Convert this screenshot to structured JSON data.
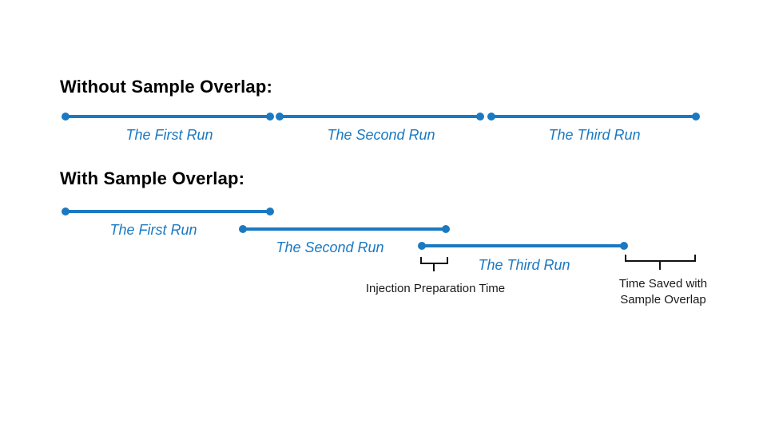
{
  "diagram": {
    "colors": {
      "accent_blue": "#1b79c1",
      "heading_black": "#000000",
      "annotation_dark": "#1a1a1a"
    },
    "without_overlap": {
      "title": "Without Sample Overlap:",
      "runs": [
        {
          "label": "The First Run"
        },
        {
          "label": "The Second Run"
        },
        {
          "label": "The Third Run"
        }
      ]
    },
    "with_overlap": {
      "title": "With Sample Overlap:",
      "runs": [
        {
          "label": "The First Run"
        },
        {
          "label": "The Second Run"
        },
        {
          "label": "The Third Run"
        }
      ],
      "annotations": {
        "injection_prep": "Injection Preparation Time",
        "time_saved_line1": "Time Saved with",
        "time_saved_line2": "Sample Overlap"
      }
    }
  }
}
